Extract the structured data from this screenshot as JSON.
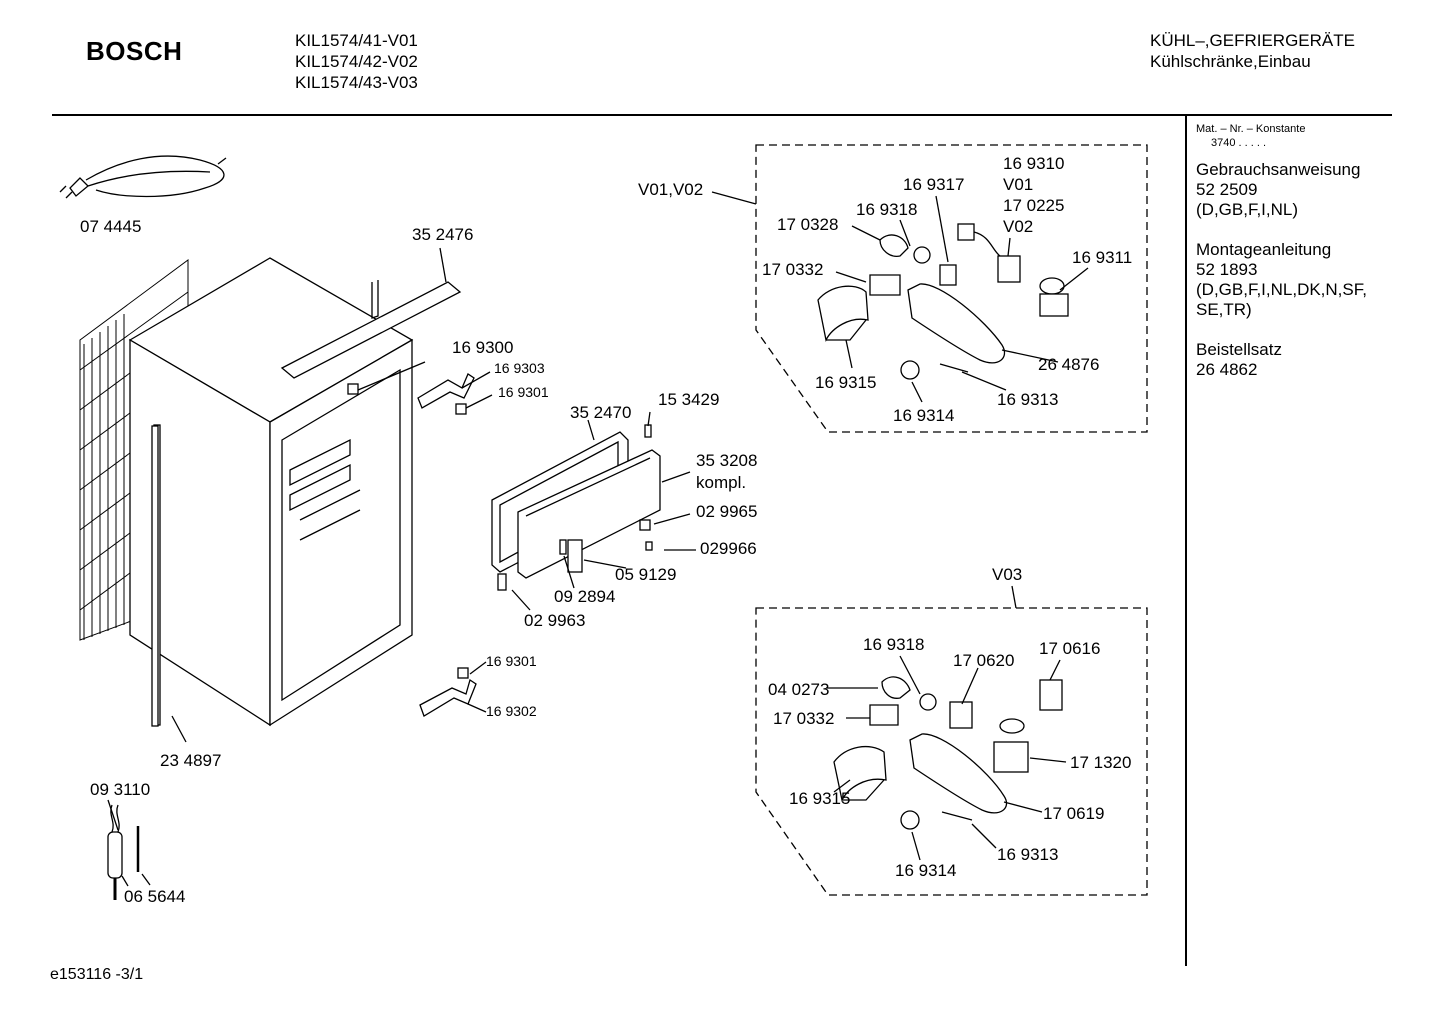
{
  "header": {
    "brand": "BOSCH",
    "models": [
      "KIL1574/41-V01",
      "KIL1574/42-V02",
      "KIL1574/43-V03"
    ],
    "category_line1": "KÜHL–,GEFRIERGERÄTE",
    "category_line2": "Kühlschränke,Einbau"
  },
  "sidebar": {
    "mat_label": "Mat. – Nr. – Konstante",
    "mat_value": "3740  .  .  .  .  .",
    "sections": [
      {
        "title": "Gebrauchsanweisung",
        "number": "52 2509",
        "langs": [
          "(D,GB,F,I,NL)"
        ]
      },
      {
        "title": "Montageanleitung",
        "number": "52 1893",
        "langs": [
          "(D,GB,F,I,NL,DK,N,SF,",
          "SE,TR)"
        ]
      },
      {
        "title": "Beistellsatz",
        "number": "26 4862",
        "langs": []
      }
    ]
  },
  "group_labels": {
    "v01_v02": "V01,V02",
    "v03": "V03"
  },
  "parts": {
    "p074445": "07 4445",
    "p352476": "35 2476",
    "p169300": "16 9300",
    "p169303": "16 9303",
    "p169301a": "16 9301",
    "p352470": "35 2470",
    "p153429": "15 3429",
    "p353208": "35 3208",
    "kompl": "kompl.",
    "p029965": "02 9965",
    "p029966": "029966",
    "p059129": "05 9129",
    "p092894": "09 2894",
    "p029963": "02 9963",
    "p169301b": "16 9301",
    "p169302": "16 9302",
    "p234897": "23 4897",
    "p093110": "09 3110",
    "p065644": "06 5644",
    "a169310": "16 9310",
    "aV01": "V01",
    "a170225": "17 0225",
    "aV02": "V02",
    "a169317": "16 9317",
    "a169318": "16 9318",
    "a170328": "17 0328",
    "a170332": "17 0332",
    "a169311": "16 9311",
    "a264876": "26 4876",
    "a169315": "16 9315",
    "a169314": "16 9314",
    "a169313": "16 9313",
    "b169318": "16 9318",
    "b170620": "17 0620",
    "b170616": "17 0616",
    "b040273": "04 0273",
    "b170332": "17 0332",
    "b171320": "17 1320",
    "b169315": "16 9315",
    "b170619": "17 0619",
    "b169313": "16 9313",
    "b169314": "16 9314"
  },
  "footer": {
    "code": "e153116 -3/1"
  }
}
